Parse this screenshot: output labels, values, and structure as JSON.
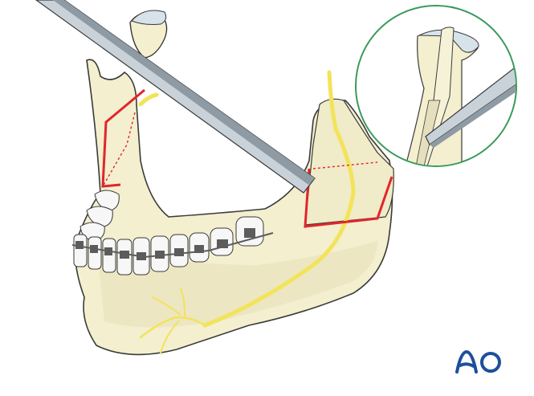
{
  "figure": {
    "description": "Mandible with orthodontic braces; osteotome inserted at the ramus osteotomy; inset magnified view of the split ramus",
    "logo_text": "AO",
    "labels": {
      "main": "Mandible lateral view",
      "osteotome": "Osteotome",
      "inset": "Magnified inset: osteotome splitting the ramus"
    }
  },
  "colors": {
    "bone": "#f3efcf",
    "bone_shade": "#e3dcb2",
    "outline": "#3a3a3a",
    "instrument": "#c9d2d9",
    "instrument_dark": "#8e9aa4",
    "cartilage": "#d7e3ea",
    "nerve": "#f3e35a",
    "osteotomy": "#e2262b",
    "inset_border": "#3a9a5b",
    "tooth": "#f7f7f7",
    "bracket": "#5c5c5c",
    "logo": "#1d4f9c"
  }
}
